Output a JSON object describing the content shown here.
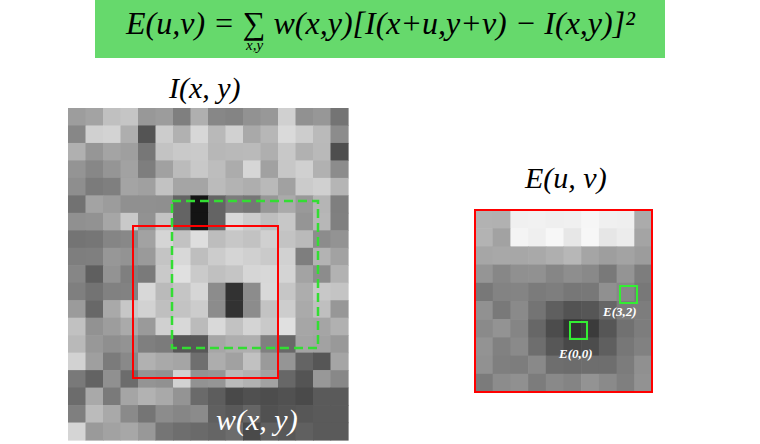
{
  "diagram": {
    "title": "E(u,v) = ∑ w(x,y)[I(x+u,y+v) − I(x,y)]²",
    "labels": [
      "x,y",
      "I(x, y)",
      "w(x, y)",
      "E(u, v)",
      "E(3,2)",
      "E(0,0)"
    ]
  }
}
